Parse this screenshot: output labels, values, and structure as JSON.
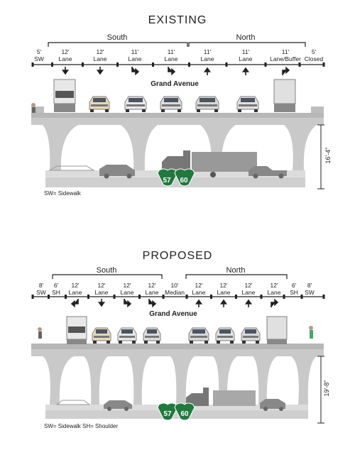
{
  "existing": {
    "title": "EXISTING",
    "south_label": "South",
    "north_label": "North",
    "avenue": "Grand Avenue",
    "lanes": [
      {
        "width": "5'",
        "name": "SW",
        "arrow": "none"
      },
      {
        "width": "12'",
        "name": "Lane",
        "arrow": "down"
      },
      {
        "width": "12'",
        "name": "Lane",
        "arrow": "down"
      },
      {
        "width": "11'",
        "name": "Lane",
        "arrow": "down-right"
      },
      {
        "width": "11'",
        "name": "Lane",
        "arrow": "down-right"
      },
      {
        "width": "11'",
        "name": "Lane",
        "arrow": "up"
      },
      {
        "width": "11'",
        "name": "Lane",
        "arrow": "up"
      },
      {
        "width": "11'",
        "name": "Lane/Buffer",
        "arrow": "up-right"
      },
      {
        "width": "5'",
        "name": "Closed",
        "arrow": "none"
      }
    ],
    "clearance": "16'-4\"",
    "legend": "SW= Sidewalk",
    "shields": [
      "57",
      "60"
    ]
  },
  "proposed": {
    "title": "PROPOSED",
    "south_label": "South",
    "north_label": "North",
    "avenue": "Grand Avenue",
    "lanes": [
      {
        "width": "8'",
        "name": "SW",
        "arrow": "none"
      },
      {
        "width": "6'",
        "name": "SH",
        "arrow": "none"
      },
      {
        "width": "12'",
        "name": "Lane",
        "arrow": "down-left"
      },
      {
        "width": "12'",
        "name": "Lane",
        "arrow": "down"
      },
      {
        "width": "12'",
        "name": "Lane",
        "arrow": "down-right"
      },
      {
        "width": "12'",
        "name": "Lane",
        "arrow": "down-right"
      },
      {
        "width": "10'",
        "name": "Median",
        "arrow": "none"
      },
      {
        "width": "12'",
        "name": "Lane",
        "arrow": "up"
      },
      {
        "width": "12'",
        "name": "Lane",
        "arrow": "up"
      },
      {
        "width": "12'",
        "name": "Lane",
        "arrow": "up"
      },
      {
        "width": "12'",
        "name": "Lane",
        "arrow": "up-right"
      },
      {
        "width": "6'",
        "name": "SH",
        "arrow": "none"
      },
      {
        "width": "8'",
        "name": "SW",
        "arrow": "none"
      }
    ],
    "clearance": "19'-8\"",
    "legend": "SW= Sidewalk   SH= Shoulder",
    "shields": [
      "57",
      "60"
    ]
  },
  "colors": {
    "deck": "#c9c9c9",
    "ground": "#dcdcdc",
    "shield": "#1f7a3d",
    "text": "#222222"
  }
}
